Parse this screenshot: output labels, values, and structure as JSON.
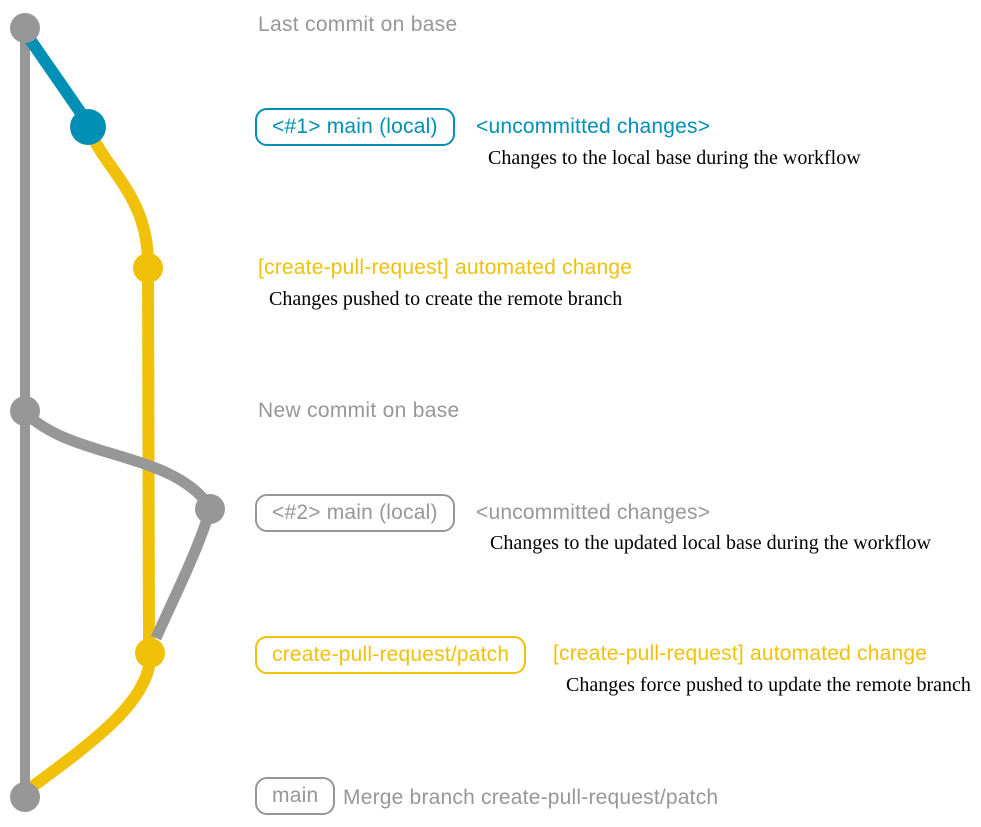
{
  "colors": {
    "gray": "#979797",
    "blue": "#008fb5",
    "yellow": "#f1c109",
    "ink": "#000000",
    "bg": "#ffffff"
  },
  "captions": {
    "last_commit": "Last commit on base",
    "new_commit": "New commit on base"
  },
  "entries": {
    "local_main_1": {
      "badge": "<#1> main (local)",
      "title": "<uncommitted changes>",
      "note": "Changes to the local base during the workflow"
    },
    "automated_change_1": {
      "title": "[create-pull-request] automated change",
      "note": "Changes pushed to create the remote branch"
    },
    "local_main_2": {
      "badge": "<#2> main (local)",
      "title": "<uncommitted changes>",
      "note": "Changes to the updated local base during the workflow"
    },
    "automated_change_2": {
      "badge": "create-pull-request/patch",
      "title": "[create-pull-request] automated change",
      "note": "Changes force pushed to update the remote branch"
    },
    "merge_commit": {
      "badge": "main",
      "title": "Merge branch create-pull-request/patch"
    }
  },
  "graph": {
    "branches": [
      {
        "name": "base",
        "color": "gray"
      },
      {
        "name": "main (local)",
        "color": "blue"
      },
      {
        "name": "create-pull-request/patch",
        "color": "yellow"
      }
    ],
    "commit_dots": [
      {
        "name": "last-commit-on-base",
        "color": "gray"
      },
      {
        "name": "uncommitted-changes-1",
        "color": "blue"
      },
      {
        "name": "automated-change-1",
        "color": "yellow"
      },
      {
        "name": "new-commit-on-base",
        "color": "gray"
      },
      {
        "name": "uncommitted-changes-2",
        "color": "gray"
      },
      {
        "name": "automated-change-2",
        "color": "yellow"
      },
      {
        "name": "merge-branch-commit",
        "color": "gray"
      }
    ]
  }
}
